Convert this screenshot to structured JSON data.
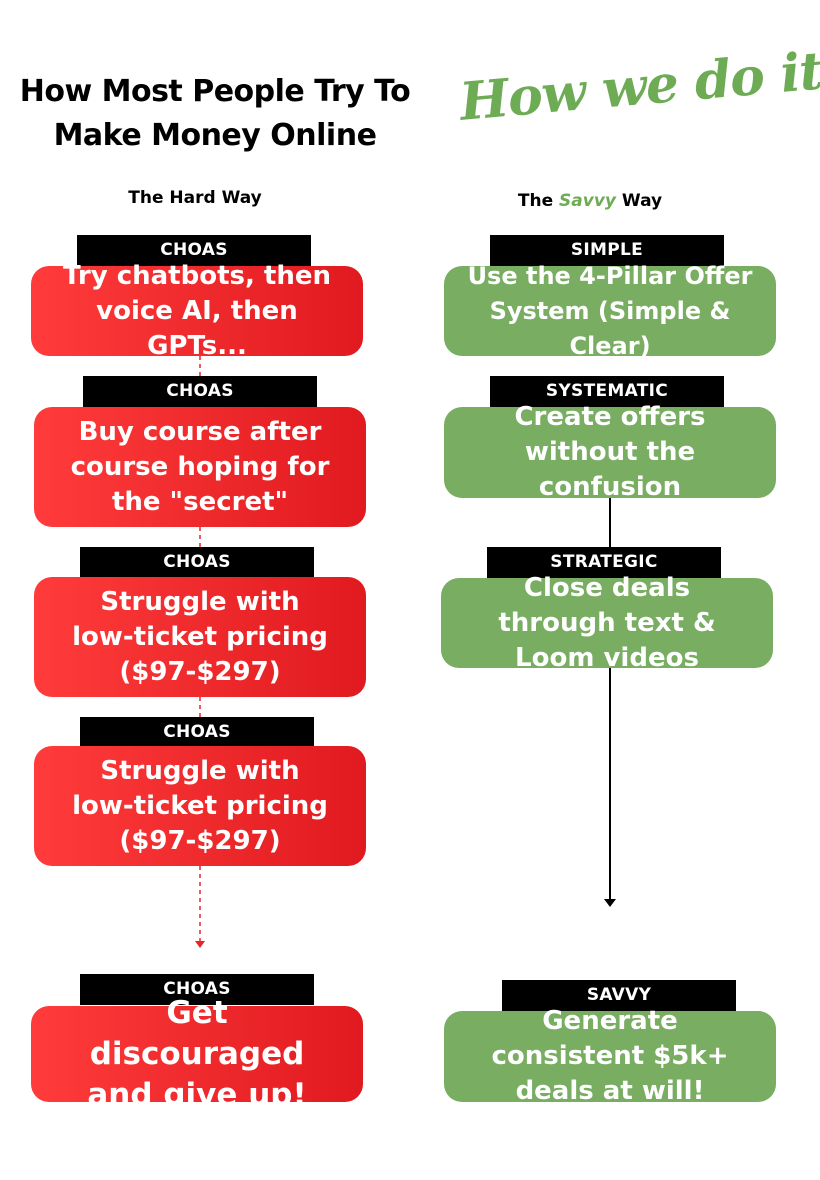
{
  "header": {
    "left_title_line1": "How Most People Try To",
    "left_title_line2": "Make Money Online",
    "right_title": "How we do it"
  },
  "left_column": {
    "subhead": "The Hard Way",
    "steps": [
      {
        "tag": "CHOAS",
        "text": "Try chatbots, then voice AI, then GPTs..."
      },
      {
        "tag": "CHOAS",
        "text": "Buy course after course hoping for the \"secret\""
      },
      {
        "tag": "CHOAS",
        "text": "Struggle with low-ticket pricing ($97-$297)"
      },
      {
        "tag": "CHOAS",
        "text": "Struggle with low-ticket pricing ($97-$297)"
      },
      {
        "tag": "CHOAS",
        "text": "Get discouraged and give up!"
      }
    ]
  },
  "right_column": {
    "subhead_prefix": "The",
    "subhead_emphasis": "Savvy",
    "subhead_suffix": "Way",
    "steps": [
      {
        "tag": "SIMPLE",
        "text": "Use the 4-Pillar Offer System (Simple & Clear)"
      },
      {
        "tag": "SYSTEMATIC",
        "text": "Create offers without the confusion"
      },
      {
        "tag": "STRATEGIC",
        "text": "Close deals through text & Loom videos"
      },
      {
        "tag": "SAVVY",
        "text": "Generate consistent $5k+ deals at will!"
      }
    ]
  },
  "colors": {
    "red_start": "#ff3b3b",
    "red_end": "#e01a1f",
    "green": "#78ad62",
    "green_text": "#6dab55",
    "tag_bg": "#000000",
    "dashed_connector": "#e8232a"
  }
}
